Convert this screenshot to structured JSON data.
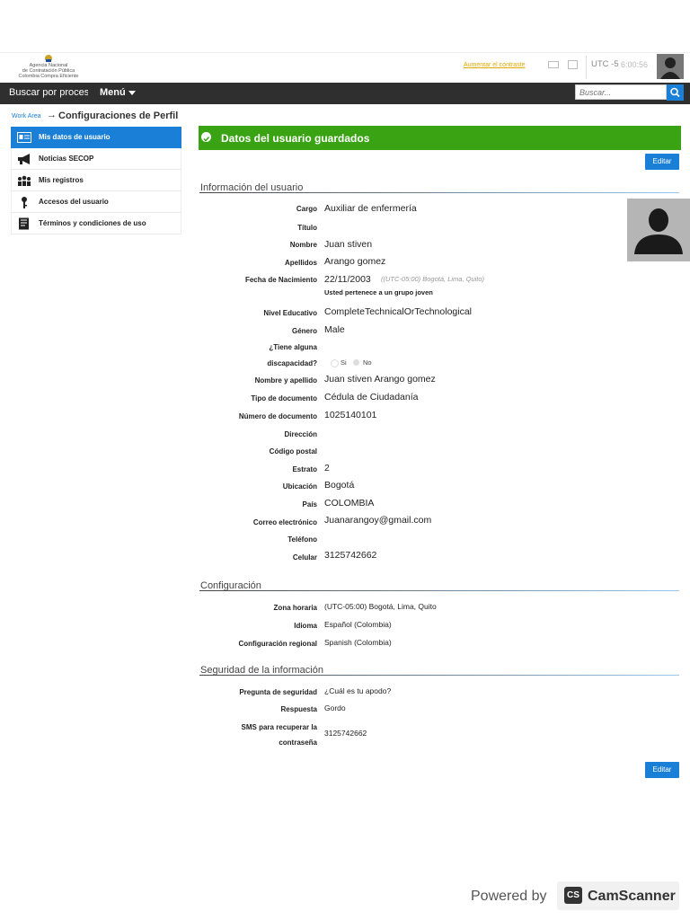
{
  "header": {
    "logo_lines": [
      "Agencia Nacional",
      "de Contratación Pública",
      "Colombia Compra Eficiente"
    ],
    "top_link": "Aumentar el contraste",
    "utc_label": "UTC -5",
    "utc_time": "6:00:56"
  },
  "navbar": {
    "search_process": "Buscar por proceso",
    "menu": "Menú",
    "search_placeholder": "Buscar..."
  },
  "breadcrumb": {
    "work_area": "Work Area",
    "arrow": "→",
    "title": "Configuraciones de Perfil"
  },
  "sidebar": {
    "items": [
      {
        "label": "Mis datos de usuario",
        "icon": "id-card-icon",
        "active": true
      },
      {
        "label": "Noticias SECOP",
        "icon": "megaphone-icon",
        "active": false
      },
      {
        "label": "Mis registros",
        "icon": "users-icon",
        "active": false
      },
      {
        "label": "Accesos del usuario",
        "icon": "key-icon",
        "active": false
      },
      {
        "label": "Términos y condiciones de uso",
        "icon": "document-icon",
        "active": false
      }
    ]
  },
  "banner": {
    "text": "Datos del usuario guardados"
  },
  "buttons": {
    "edit": "Editar"
  },
  "user_info": {
    "section_title": "Información del usuario",
    "fields": [
      {
        "label": "Cargo",
        "value": "Auxiliar de enfermería"
      },
      {
        "label": "Título",
        "value": ""
      },
      {
        "label": "Nombre",
        "value": "Juan stiven"
      },
      {
        "label": "Apellidos",
        "value": "Arango gomez"
      },
      {
        "label": "Fecha de Nacimiento",
        "value": "22/11/2003"
      },
      {
        "label": "Nivel Educativo",
        "value": "CompleteTechnicalOrTechnological"
      },
      {
        "label": "Género",
        "value": "Male"
      },
      {
        "label": "¿Tiene alguna",
        "value": ""
      },
      {
        "label": "discapacidad?",
        "value": ""
      },
      {
        "label": "Nombre y apellido",
        "value": "Juan stiven Arango gomez"
      },
      {
        "label": "Tipo de documento",
        "value": "Cédula de Ciudadanía"
      },
      {
        "label": "Número de documento",
        "value": "1025140101"
      },
      {
        "label": "Dirección",
        "value": ""
      },
      {
        "label": "Código postal",
        "value": ""
      },
      {
        "label": "Estrato",
        "value": "2"
      },
      {
        "label": "Ubicación",
        "value": "Bogotá"
      },
      {
        "label": "País",
        "value": "COLOMBIA"
      },
      {
        "label": "Correo electrónico",
        "value": "Juanarangoy@gmail.com"
      },
      {
        "label": "Teléfono",
        "value": ""
      },
      {
        "label": "Celular",
        "value": "3125742662"
      }
    ],
    "birth_tz": "((UTC-05:00) Bogotá, Lima, Quito)",
    "age_group": "Usted pertenece a un grupo joven",
    "disability_options": [
      "Si",
      "No"
    ]
  },
  "config": {
    "section_title": "Configuración",
    "fields": [
      {
        "label": "Zona horaria",
        "value": "(UTC-05:00) Bogotá, Lima, Quito"
      },
      {
        "label": "Idioma",
        "value": "Español (Colombia)"
      },
      {
        "label": "Configuración regional",
        "value": "Spanish (Colombia)"
      }
    ]
  },
  "security": {
    "section_title": "Seguridad de la información",
    "fields": [
      {
        "label": "Pregunta de seguridad",
        "value": "¿Cuál es tu apodo?"
      },
      {
        "label": "Respuesta",
        "value": "Gordo"
      },
      {
        "label": "SMS para recuperar la",
        "value": "3125742662"
      },
      {
        "label": "contraseña",
        "value": ""
      }
    ]
  },
  "footer": {
    "powered_by": "Powered by",
    "cs_logo": "CS",
    "brand": "CamScanner"
  }
}
